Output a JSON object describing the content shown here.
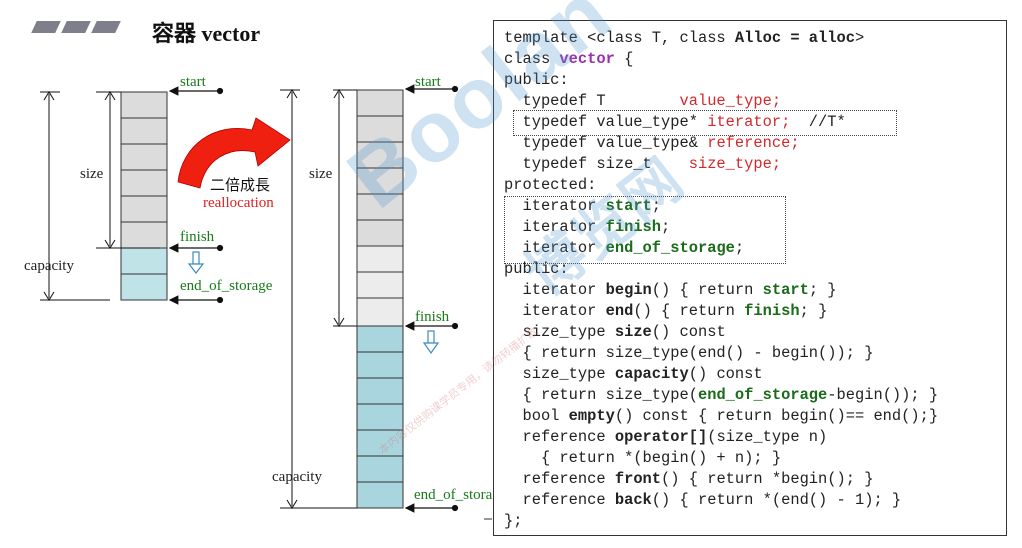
{
  "title": "容器 vector",
  "left_diagram": {
    "start": "start",
    "size": "size",
    "finish": "finish",
    "capacity": "capacity",
    "end_of_storage": "end_of_storage"
  },
  "growth": {
    "label_cn": "二倍成長",
    "label_en": "reallocation"
  },
  "right_diagram": {
    "start": "start",
    "size": "size",
    "finish": "finish",
    "capacity": "capacity",
    "end_of_storage": "end_of_storage"
  },
  "watermark": {
    "brand": "Boolan",
    "cn": "博览网",
    "note": "本内容仅供购课学员专用，请勿转播扩散"
  },
  "code": [
    [
      {
        "t": "template <class T, class "
      },
      {
        "t": "Alloc = alloc",
        "c": "bold"
      },
      {
        "t": ">"
      }
    ],
    [
      {
        "t": "class "
      },
      {
        "t": "vector",
        "c": "kw-purple"
      },
      {
        "t": " {"
      }
    ],
    [
      {
        "t": "public:"
      }
    ],
    [
      {
        "t": "  typedef T        "
      },
      {
        "t": "value_type;",
        "c": "kw-red"
      }
    ],
    [
      {
        "t": "  typedef value_type* "
      },
      {
        "t": "iterator;",
        "c": "kw-red"
      },
      {
        "t": "  //T*"
      }
    ],
    [
      {
        "t": "  typedef value_type& "
      },
      {
        "t": "reference;",
        "c": "kw-red"
      }
    ],
    [
      {
        "t": "  typedef size_t    "
      },
      {
        "t": "size_type;",
        "c": "kw-red"
      }
    ],
    [
      {
        "t": "protected:"
      }
    ],
    [
      {
        "t": "  iterator "
      },
      {
        "t": "start",
        "c": "kw-green"
      },
      {
        "t": ";"
      }
    ],
    [
      {
        "t": "  iterator "
      },
      {
        "t": "finish",
        "c": "kw-green"
      },
      {
        "t": ";"
      }
    ],
    [
      {
        "t": "  iterator "
      },
      {
        "t": "end_of_storage",
        "c": "kw-green"
      },
      {
        "t": ";"
      }
    ],
    [
      {
        "t": "public:"
      }
    ],
    [
      {
        "t": "  iterator "
      },
      {
        "t": "begin",
        "c": "bold"
      },
      {
        "t": "() { return "
      },
      {
        "t": "start",
        "c": "kw-green"
      },
      {
        "t": "; }"
      }
    ],
    [
      {
        "t": "  iterator "
      },
      {
        "t": "end",
        "c": "bold"
      },
      {
        "t": "() { return "
      },
      {
        "t": "finish",
        "c": "kw-green"
      },
      {
        "t": "; }"
      }
    ],
    [
      {
        "t": "  size_type "
      },
      {
        "t": "size",
        "c": "bold"
      },
      {
        "t": "() const"
      }
    ],
    [
      {
        "t": "  { return size_type(end() - begin()); }"
      }
    ],
    [
      {
        "t": "  size_type "
      },
      {
        "t": "capacity",
        "c": "bold"
      },
      {
        "t": "() const"
      }
    ],
    [
      {
        "t": "  { return size_type("
      },
      {
        "t": "end_of_storage",
        "c": "kw-green"
      },
      {
        "t": "-begin()); }"
      }
    ],
    [
      {
        "t": "  bool "
      },
      {
        "t": "empty",
        "c": "bold"
      },
      {
        "t": "() const { return begin()== end();}"
      }
    ],
    [
      {
        "t": "  reference "
      },
      {
        "t": "operator[]",
        "c": "bold"
      },
      {
        "t": "(size_type n)"
      }
    ],
    [
      {
        "t": "    { return *(begin() + n); }"
      }
    ],
    [
      {
        "t": "  reference "
      },
      {
        "t": "front",
        "c": "bold"
      },
      {
        "t": "() { return *begin(); }"
      }
    ],
    [
      {
        "t": "  reference "
      },
      {
        "t": "back",
        "c": "bold"
      },
      {
        "t": "() { return *(end() - 1); }"
      }
    ],
    [
      {
        "t": "};"
      }
    ]
  ]
}
